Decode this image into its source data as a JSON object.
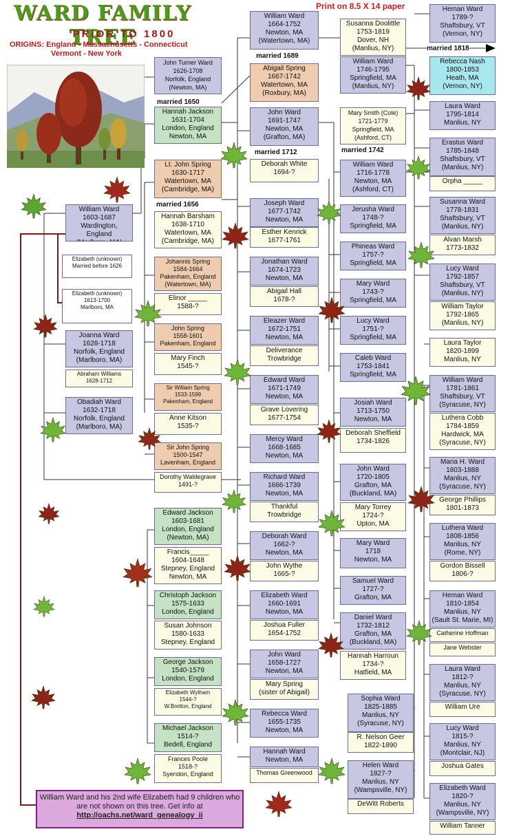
{
  "header": {
    "title": "WARD FAMILY TREE",
    "subtitle": "PRIOR TO 1800",
    "origins_line1": "ORIGINS:  England - Massachusetts - Connecticut",
    "origins_line2": "Vermont - New York",
    "print_note": "Print on 8.5 X 14 paper"
  },
  "marriages": {
    "m1689": "married 1689",
    "m1818": "married 1818",
    "m1650": "married 1650",
    "m1712": "married 1712",
    "m1742": "married 1742",
    "m1656": "married 1656"
  },
  "people": {
    "william_1603": [
      "William Ward",
      "1603-1687",
      "Wardington, England",
      "(Marlboro, MA)"
    ],
    "elizabeth_unknown_1": [
      "Elizabeth (unknown)",
      "Married before 1626"
    ],
    "elizabeth_unknown_2": [
      "Elizabeth (unknown)",
      "1613-1700",
      "Marlboro, MA"
    ],
    "joanna_1628": [
      "Joanna Ward",
      "1628-1718",
      "Norfolk, England",
      "(Marlboro, MA)"
    ],
    "abraham_williams": [
      "Abraham Williams",
      "1628-1712"
    ],
    "obadiah_1632": [
      "Obadiah Ward",
      "1632-1718",
      "Norfolk, England",
      "(Marlboro, MA)"
    ],
    "john_turner_1626": [
      "John Turner Ward",
      "1626-1708",
      "Norfolk, England",
      "(Newton, MA)"
    ],
    "hannah_jackson_1631": [
      "Hannah Jackson",
      "1631-1704",
      "London, England",
      "Newton, MA"
    ],
    "lt_john_spring": [
      "Lt. John Spring",
      "1630-1717",
      "Watertown, MA",
      "(Cambridge, MA)"
    ],
    "hannah_barsham": [
      "Hannah Barsham",
      "1638-1710",
      "Watertown, MA",
      "(Cambridge, MA)"
    ],
    "johannis_spring": [
      "Johannis Spring",
      "1584-1664",
      "Pakenham, England",
      "(Watertown, MA)"
    ],
    "elinor": [
      "Elinor _____",
      "1588-?"
    ],
    "john_spring_1558": [
      "John Spring",
      "1558-1601",
      "Pakenham, England"
    ],
    "mary_finch": [
      "Mary Finch",
      "1545-?"
    ],
    "sir_william_spring": [
      "Sir William Spring",
      "1533-1599",
      "Pakenham, England"
    ],
    "anne_kitson": [
      "Anne Kitson",
      "1535-?"
    ],
    "sir_john_spring": [
      "Sir John Spring",
      "1500-1547",
      "Lavenham, England"
    ],
    "dorothy_waldegrave": [
      "Dorothy Waldegrave",
      "1491-?"
    ],
    "edward_jackson": [
      "Edward Jackson",
      "1603-1681",
      "London, England",
      "(Newton, MA)"
    ],
    "francis": [
      "Francis_____",
      "1604-1648",
      "Stepney, England",
      "Newton, MA"
    ],
    "christoph_jackson": [
      "Christoph Jackson",
      "1575-1633",
      "London, England"
    ],
    "susan_johnson": [
      "Susan Johnson",
      "1580-1633",
      "Stepney, England"
    ],
    "george_jackson": [
      "George Jackson",
      "1540-1579",
      "London, England"
    ],
    "elizabeth_wytham": [
      "Elizabeth Wytham",
      "1544-?",
      "W.Bretton, England"
    ],
    "michael_jackson": [
      "Michael Jackson",
      "1514-?",
      "Bedell, England"
    ],
    "frances_poole": [
      "Frances Poole",
      "1518-?",
      "Syerston, England"
    ],
    "william_1664": [
      "William Ward",
      "1664-1752",
      "Newton, MA",
      "(Watertown, MA)"
    ],
    "abigail_spring": [
      "Abigail Spring",
      "1667-1742",
      "Watertown, MA",
      "(Roxbury, MA)"
    ],
    "john_1691": [
      "John Ward",
      "1691-1747",
      "Newton, MA",
      "(Grafton, MA)"
    ],
    "deborah_white": [
      "Deborah White",
      "1694-?"
    ],
    "joseph_1677": [
      "Joseph Ward",
      "1677-1742",
      "Newton, MA"
    ],
    "esther_kenrick": [
      "Esther Kenrick",
      "1677-1761"
    ],
    "jonathan_1674": [
      "Jonathan Ward",
      "1674-1723",
      "Newton, MA"
    ],
    "abigail_hall": [
      "Abigail Hall",
      "1678-?"
    ],
    "eleazer_1672": [
      "Eleazer Ward",
      "1672-1751",
      "Newton, MA"
    ],
    "deliverance": [
      "Deliverance",
      "Trowbridge"
    ],
    "edward_1671": [
      "Edward Ward",
      "1671-1749",
      "Newton, MA"
    ],
    "grave_lovering": [
      "Grave Lovering",
      "1677-1754"
    ],
    "mercy_1668": [
      "Mercy Ward",
      "1668-1685",
      "Newton, MA"
    ],
    "richard_1666": [
      "Richard Ward",
      "1666-1739",
      "Newton, MA"
    ],
    "thankful": [
      "Thankful",
      "Trowbridge"
    ],
    "deborah_1662": [
      "Deborah Ward",
      "1662-?",
      "Newton, MA"
    ],
    "john_wythe": [
      "John Wythe",
      "1665-?"
    ],
    "elizabeth_1660": [
      "Elizabeth Ward",
      "1660-1691",
      "Newton, MA"
    ],
    "joshua_fuller": [
      "Joshua Fuller",
      "1654-1752"
    ],
    "john_1658": [
      "John Ward",
      "1658-1727",
      "Newton, MA"
    ],
    "mary_spring": [
      "Mary Spring",
      "(sister of Abigail)"
    ],
    "rebecca_1655": [
      "Rebecca Ward",
      "1655-1735",
      "Newton, MA"
    ],
    "hannah_ward": [
      "Hannah Ward",
      "Newton, MA"
    ],
    "thomas_greenwood": [
      "Thomas Greenwood"
    ],
    "susanna_doolittle": [
      "Susanna Doolittle",
      "1753-1819",
      "Dover, NH",
      "(Manlius, NY)"
    ],
    "william_1746": [
      "William Ward",
      "1746-1795",
      "Springfield, MA",
      "(Manlius, NY)"
    ],
    "mary_smith": [
      "Mary Smith (Cole)",
      "1721-1779",
      "Springfield, MA",
      "(Ashford, CT)"
    ],
    "william_1716": [
      "William Ward",
      "1716-1778",
      "Newton, MA",
      "(Ashford, CT)"
    ],
    "jerusha_1748": [
      "Jerusha Ward",
      "1748-?",
      "Springfield, MA"
    ],
    "phineas_1757": [
      "Phineas Ward",
      "1757-?",
      "Springfield, MA"
    ],
    "mary_1743": [
      "Mary Ward",
      "1743-?",
      "Springfield, MA"
    ],
    "lucy_1751": [
      "Lucy Ward",
      "1751-?",
      "Springfield, MA"
    ],
    "caleb_1753": [
      "Caleb Ward",
      "1753-1841",
      "Springfield, MA"
    ],
    "josiah_1713": [
      "Josiah Ward",
      "1713-1750",
      "Newton, MA"
    ],
    "deborah_sheffield": [
      "Deborah Sheffield",
      "1734-1826"
    ],
    "john_1720": [
      "John Ward",
      "1720-1805",
      "Grafton, MA",
      "(Buckland, MA)"
    ],
    "mary_torrey": [
      "Mary Torrey",
      "1724-?",
      "Upton, MA"
    ],
    "mary_1718": [
      "Mary Ward",
      "1718",
      "Newton, MA"
    ],
    "samuel_1727": [
      "Samuel Ward",
      "1727-?",
      "Grafton, MA"
    ],
    "daniel_1732": [
      "Daniel Ward",
      "1732-1812",
      "Grafton, MA",
      "(Buckland, MA)"
    ],
    "hannah_harroun": [
      "Hannah Harroun",
      "1734-?",
      "Hatfield, MA"
    ],
    "sophia_1825": [
      "Sophia Ward",
      "1825-1885",
      "Manlius, NY",
      "(Syracuse, NY)"
    ],
    "nelson_geer": [
      "R. Nelson Geer",
      "1822-1890"
    ],
    "helen_1827": [
      "Helen Ward",
      "1827-?",
      "Manlius, NY",
      "(Wampsville, NY)"
    ],
    "dewitt_roberts": [
      "DeWitt Roberts"
    ],
    "heman_1789": [
      "Heman Ward",
      "1789-?",
      "Shaftsbury, VT",
      "(Vernon, NY)"
    ],
    "rebecca_nash": [
      "Rebecca Nash",
      "1800-1853",
      "Heath, MA",
      "(Vernon, NY)"
    ],
    "laura_1795": [
      "Laura Ward",
      "1795-1814",
      "Manlius, NY"
    ],
    "erastus_1785": [
      "Erastus Ward",
      "1785-1848",
      "Shaftsbury, VT",
      "(Manlius, NY)"
    ],
    "orpha": [
      "Orpha _____"
    ],
    "susanna_1778": [
      "Susanna Ward",
      "1778-1831",
      "Shaftsbury, VT",
      "(Manlius, NY)"
    ],
    "alvan_marsh": [
      "Alvan Marsh",
      "1773-1832"
    ],
    "lucy_1792": [
      "Lucy Ward",
      "1792-1857",
      "Shaftsbury, VT",
      "(Manlius, NY)"
    ],
    "william_taylor": [
      "William Taylor",
      "1792-1865",
      "(Manlius, NY)"
    ],
    "laura_taylor": [
      "Laura Taylor",
      "1820-1899",
      "Manlius, NY"
    ],
    "william_1781": [
      "William Ward",
      "1781-1861",
      "Shaftsbury, VT",
      "(Syracuse, NY)"
    ],
    "luthera_cobb": [
      "Luthera Cobb",
      "1784-1859",
      "Hardwick, MA",
      "(Syracuse, NY)"
    ],
    "maria_1803": [
      "Maria H. Ward",
      "1803-1888",
      "Manlius, NY",
      "(Syracuse, NY)"
    ],
    "george_phillips": [
      "George Phillips",
      "1801-1873"
    ],
    "luthera_1808": [
      "Luthera Ward",
      "1808-1856",
      "Manlius, NY",
      "(Rome, NY)"
    ],
    "gordon_bissell": [
      "Gordon Bissell",
      "1806-?"
    ],
    "heman_1810": [
      "Heman Ward",
      "1810-1854",
      "Manlius, NY",
      "(Sault St. Marie, MI)"
    ],
    "catherine_hoffman": [
      "Catherine Hoffman"
    ],
    "jane_webster": [
      "Jane Webster"
    ],
    "laura_1812": [
      "Laura Ward",
      "1812-?",
      "Manlius, NY",
      "(Syracuse, NY)"
    ],
    "william_ure": [
      "William Ure"
    ],
    "lucy_1815": [
      "Lucy Ward",
      "1815-?",
      "Manlius, NY",
      "(Montclair, NJ)"
    ],
    "joshua_gates": [
      "Joshua Gates"
    ],
    "elizabeth_1820": [
      "Elizabeth Ward",
      "1820-?",
      "Manlius, NY",
      "(Wampsville, NY)"
    ],
    "william_tanner": [
      "William Tanner"
    ]
  },
  "footer_note": {
    "text": "William Ward and his 2nd wife Elizabeth had 9 children who are not shown on this tree.  Get info at",
    "url": "http://oachs.net/ward_genealogy_ii"
  },
  "colors": {
    "ward_box": "#c7c7e4",
    "jackson_box": "#c5e2c5",
    "spring_box": "#efcbb0",
    "nash_box": "#a9e7ef",
    "spouse_box": "#fbfbe6",
    "title_green": "#4e9a1f",
    "accent_red": "#c01f1f",
    "lineage_line": "#7a1a1a"
  },
  "icons": [
    "maple-leaf-icon",
    "tree-scene-icon",
    "arrow-right-icon"
  ]
}
